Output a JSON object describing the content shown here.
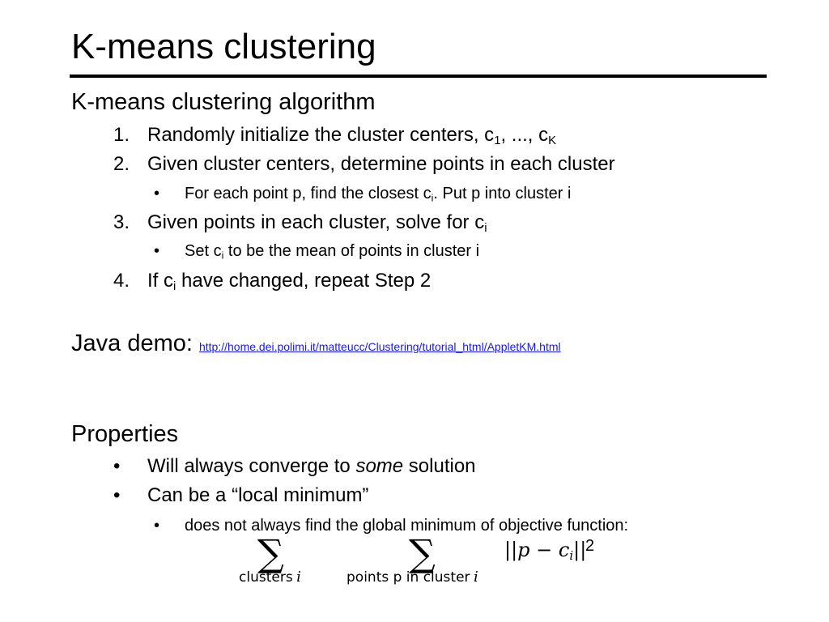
{
  "slide": {
    "title": "K-means clustering",
    "algorithm": {
      "heading": "K-means clustering algorithm",
      "steps": [
        {
          "num": "1.",
          "pre": "Randomly initialize the cluster centers, c",
          "sub1": "1",
          "mid": ", ..., c",
          "sub2": "K"
        },
        {
          "num": "2.",
          "text": "Given cluster centers, determine points in each cluster"
        },
        {
          "num": "3.",
          "pre": "Given points in each cluster, solve for c",
          "sub": "i"
        },
        {
          "num": "4.",
          "pre": "If c",
          "sub": "i",
          "post": " have changed, repeat Step 2"
        }
      ],
      "sub_bullets": [
        {
          "pre": "For each point p, find the closest c",
          "sub": "i",
          "post": ".  Put p into cluster i"
        },
        {
          "pre": "Set c",
          "sub": "i",
          "post": " to be the mean of points in cluster i"
        }
      ]
    },
    "demo": {
      "label": "Java demo:",
      "url": "http://home.dei.polimi.it/matteucc/Clustering/tutorial_html/AppletKM.html"
    },
    "properties": {
      "heading": "Properties",
      "bullets": [
        {
          "pre": "Will always converge to ",
          "em": "some",
          "post": " solution"
        },
        {
          "text": "Can be a “local minimum”"
        }
      ],
      "sub_bullet": "does not always find the global minimum of objective function:"
    },
    "formula": {
      "sum_symbol": "∑",
      "sum1_label": "clusters",
      "sum1_var": "i",
      "sum2_label": "points p in cluster",
      "sum2_var": "i",
      "norm_left": "||p − c",
      "norm_sub": "i",
      "norm_right": "||",
      "exponent": "2"
    },
    "bullet_glyph": "•"
  }
}
